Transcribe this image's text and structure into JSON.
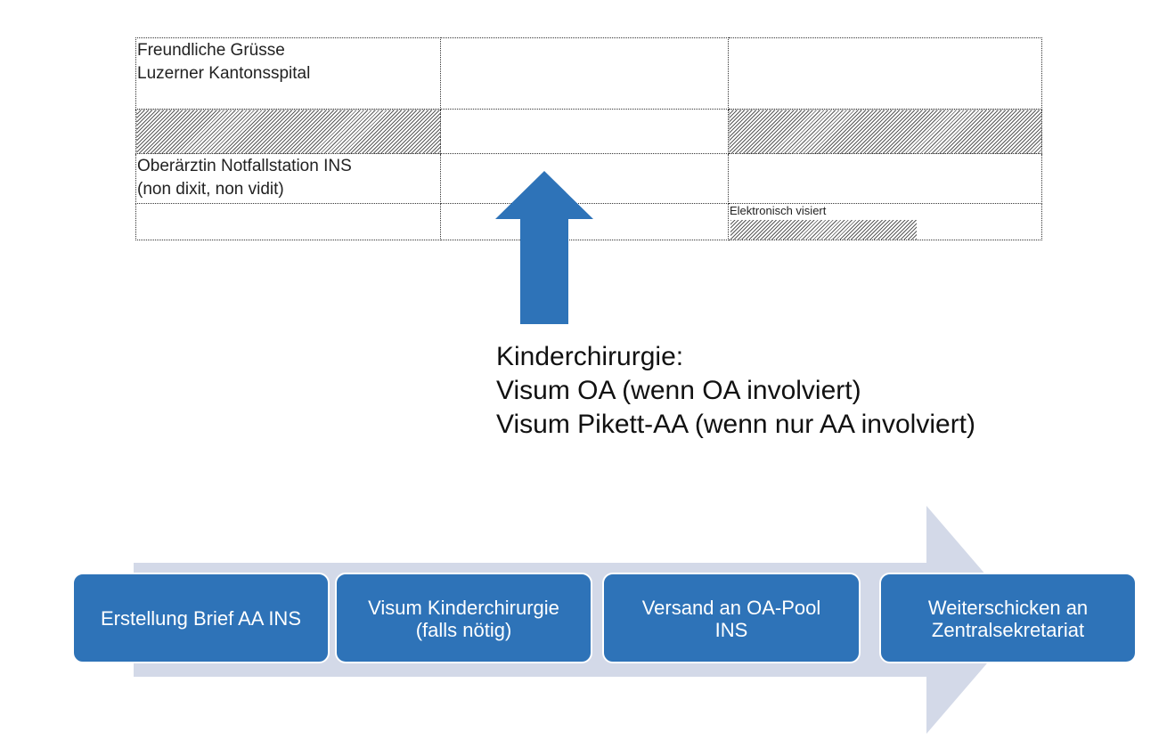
{
  "letter_table": {
    "greeting_line1": "Freundliche Grüsse",
    "greeting_line2": "Luzerner Kantonsspital",
    "signer_role_line1": "Oberärztin Notfallstation INS",
    "signer_role_line2": "(non dixit, non vidit)",
    "electronic_note": "Elektronisch visiert"
  },
  "note": {
    "heading": "Kinderchirurgie:",
    "line1": "Visum OA (wenn OA involviert)",
    "line2": "Visum Pikett-AA (wenn nur AA involviert)"
  },
  "process_steps": [
    {
      "label": "Erstellung Brief AA INS"
    },
    {
      "label": "Visum Kinderchirurgie\n(falls nötig)"
    },
    {
      "label": "Versand an OA-Pool\nINS"
    },
    {
      "label": "Weiterschicken an\nZentralsekretariat"
    }
  ],
  "colors": {
    "step_fill": "#2e73b8",
    "flow_arrow": "#d3d9e8",
    "up_arrow": "#2e73b8"
  }
}
